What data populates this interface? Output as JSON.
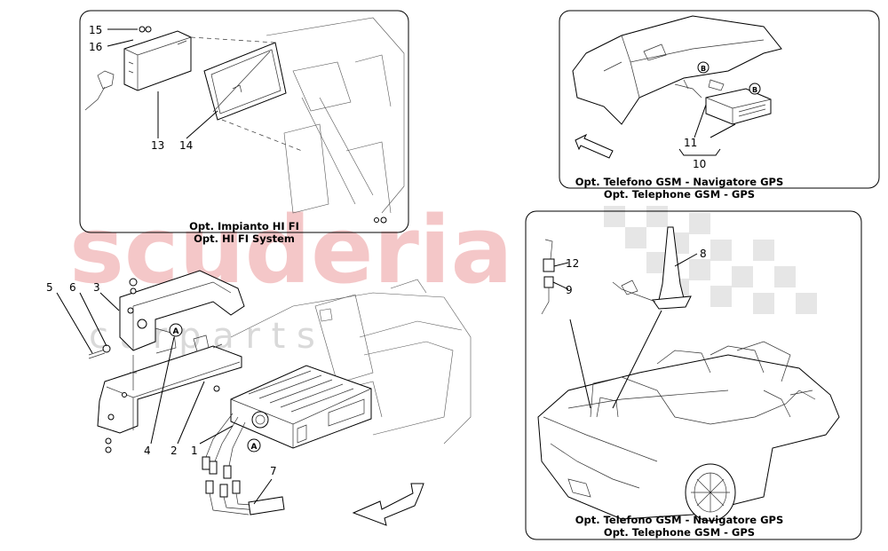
{
  "watermark": {
    "brand": "scuderia",
    "subtitle": "c a r p a r t s"
  },
  "panels": {
    "hifi": {
      "caption_line1": "Opt. Impianto HI FI",
      "caption_line2": "Opt. HI FI System",
      "callouts": [
        "15",
        "16",
        "13",
        "14"
      ]
    },
    "gps_top": {
      "caption_line1": "Opt. Telefono GSM - Navigatore GPS",
      "caption_line2": "Opt. Telephone GSM - GPS",
      "callouts": [
        "11",
        "10"
      ],
      "markers": [
        "B",
        "B"
      ]
    },
    "gps_bottom": {
      "caption_line1": "Opt. Telefono GSM - Navigatore GPS",
      "caption_line2": "Opt. Telephone GSM - GPS",
      "callouts": [
        "8",
        "12",
        "9"
      ]
    }
  },
  "main": {
    "callouts": [
      "5",
      "6",
      "3",
      "4",
      "2",
      "1",
      "7"
    ],
    "markers": [
      "A",
      "A"
    ]
  }
}
